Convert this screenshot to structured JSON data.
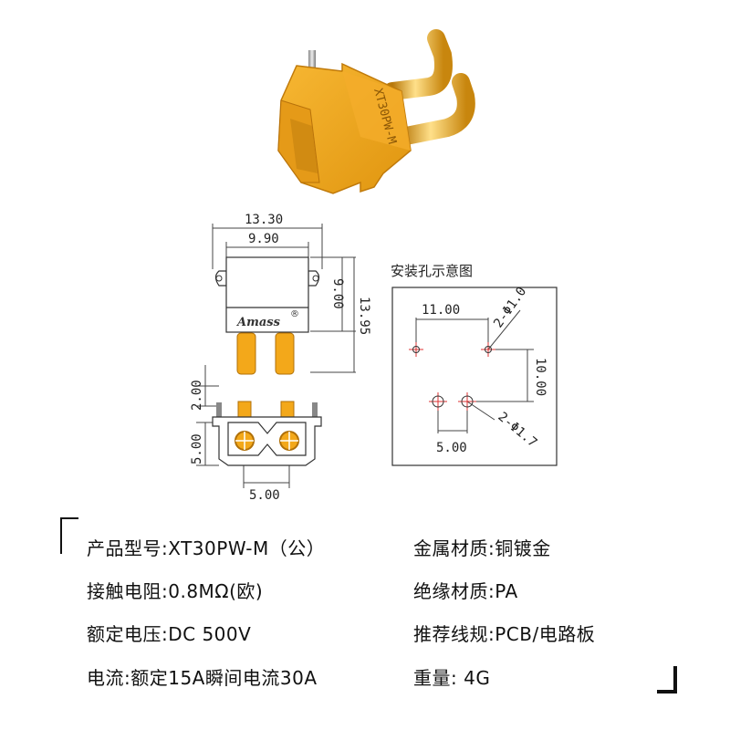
{
  "part_label": "XT30PW-M",
  "brand_mark": "Amass",
  "front_view": {
    "width_outer": "13.30",
    "width_inner": "9.90",
    "height_body": "9.00",
    "height_total": "13.95"
  },
  "bottom_view": {
    "pin_length": "2.00",
    "body_depth": "5.00",
    "pin_spacing": "5.00"
  },
  "hole_diagram": {
    "title": "安装孔示意图",
    "spacing_x": "11.00",
    "spacing_y": "10.00",
    "pin_spacing": "5.00",
    "hole_small": "2-Φ1.0",
    "hole_large": "2-Φ1.7"
  },
  "specs": [
    {
      "text": "产品型号:XT30PW-M（公）"
    },
    {
      "text": "接触电阻:0.8MΩ(欧)"
    },
    {
      "text": "额定电压:DC 500V"
    },
    {
      "text": "电流:额定15A瞬间电流30A"
    },
    {
      "text": "金属材质:铜镀金"
    },
    {
      "text": "绝缘材质:PA"
    },
    {
      "text": "推荐线规:PCB/电路板"
    },
    {
      "text": "重量: 4G"
    }
  ],
  "colors": {
    "body_yellow": "#f2a51f",
    "gold": "#e8a81c",
    "red_marks": "#d33"
  }
}
